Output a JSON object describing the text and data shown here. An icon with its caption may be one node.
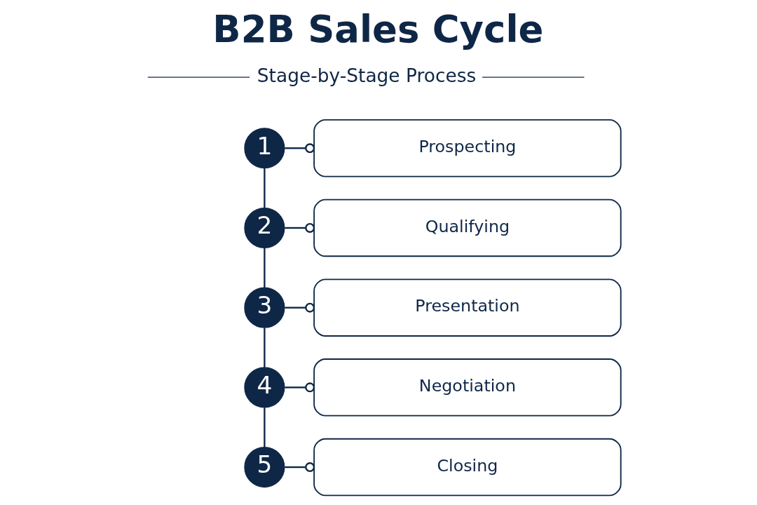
{
  "diagram": {
    "title": "B2B Sales Cycle",
    "nodes": [
      {
        "text": [
          "1"
        ]
      },
      {
        "text": [
          "Prospecting"
        ]
      },
      {
        "text": [
          "2"
        ]
      },
      {
        "text": [
          "Qualifying"
        ]
      },
      {
        "text": [
          "3"
        ]
      },
      {
        "text": [
          "Presentation"
        ]
      },
      {
        "text": [
          "4"
        ]
      },
      {
        "text": [
          "Negotiation"
        ]
      },
      {
        "text": [
          "5"
        ]
      },
      {
        "text": [
          "Closing"
        ]
      }
    ],
    "edges": [
      {
        "from": 0,
        "to": 1,
        "arrow": "other"
      },
      {
        "from": 2,
        "to": 3,
        "arrow": "other"
      },
      {
        "from": 4,
        "to": 5,
        "arrow": "other"
      },
      {
        "from": 6,
        "to": 7,
        "arrow": "other"
      },
      {
        "from": 8,
        "to": 9,
        "arrow": "other"
      },
      {
        "from": 0,
        "to": 2,
        "arrow": "none"
      },
      {
        "from": 2,
        "to": 4,
        "arrow": "none"
      },
      {
        "from": 4,
        "to": 6,
        "arrow": "none"
      },
      {
        "from": 6,
        "to": 8,
        "arrow": "none"
      }
    ],
    "labels": [
      "Stage-by-Stage Process"
    ]
  }
}
